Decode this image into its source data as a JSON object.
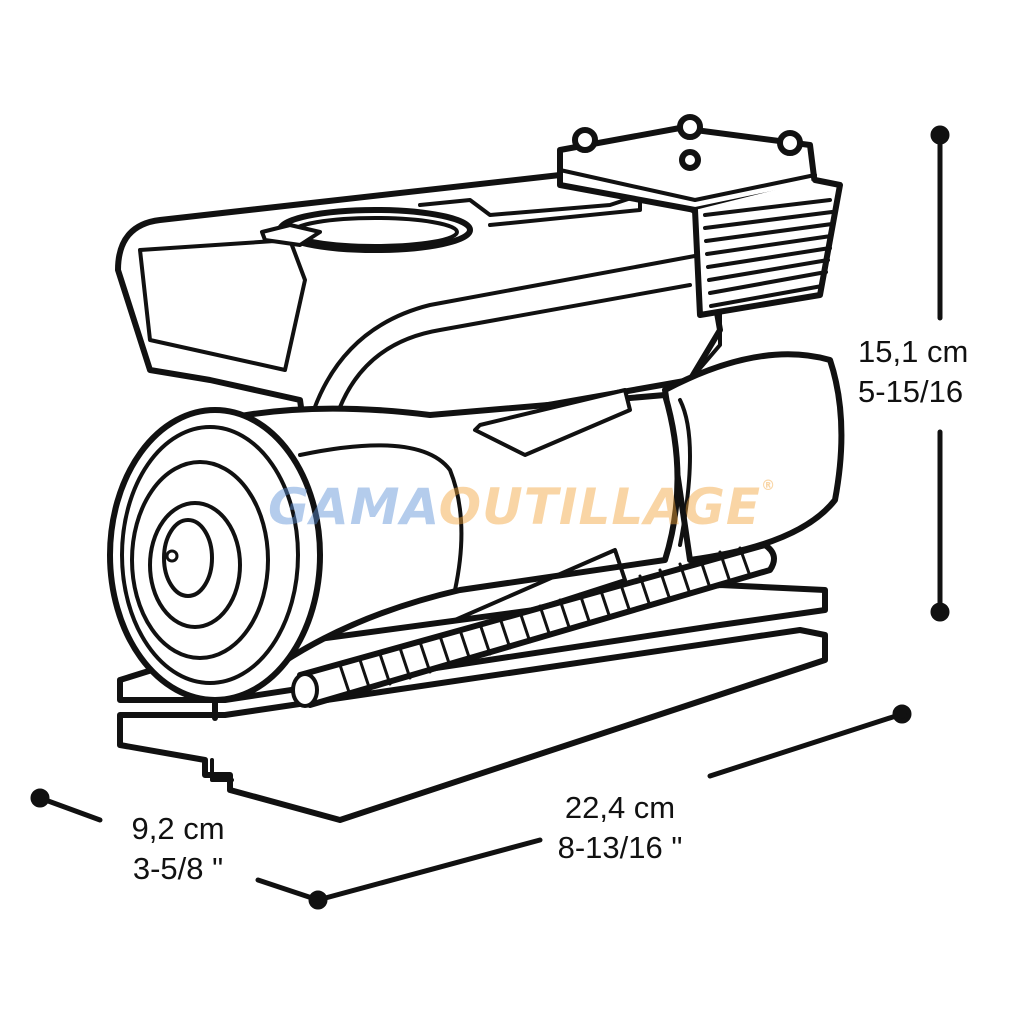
{
  "dimensions": {
    "height": {
      "metric": "15,1 cm",
      "imperial": "5-15/16"
    },
    "length": {
      "metric": "22,4 cm",
      "imperial": "8-13/16 \""
    },
    "depth": {
      "metric": "9,2 cm",
      "imperial": "3-5/8 \""
    }
  },
  "watermark": {
    "part_a": "GAMA",
    "part_b": "OUTILLAGE",
    "mark": "®",
    "color_a": "#5a8fd6",
    "color_b": "#f2a33a"
  }
}
